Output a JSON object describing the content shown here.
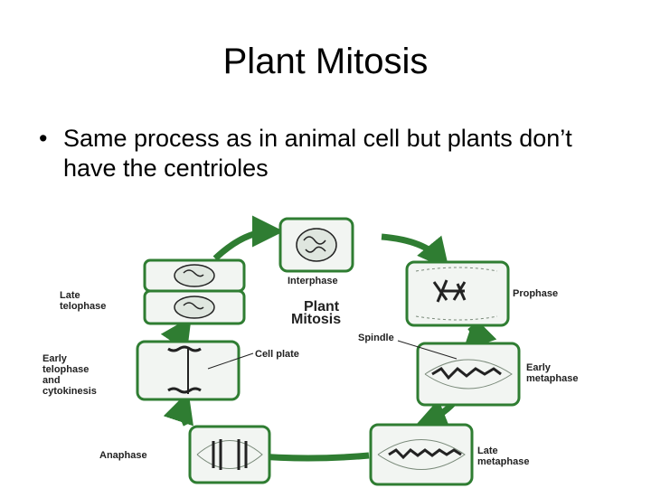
{
  "slide": {
    "title": "Plant Mitosis",
    "bullet": "Same process as in animal cell but plants don’t have the centrioles"
  },
  "diagram": {
    "center_label_line1": "Plant",
    "center_label_line2": "Mitosis",
    "labels": {
      "interphase": "Interphase",
      "prophase": "Prophase",
      "spindle": "Spindle",
      "early_metaphase_1": "Early",
      "early_metaphase_2": "metaphase",
      "late_metaphase_1": "Late",
      "late_metaphase_2": "metaphase",
      "anaphase": "Anaphase",
      "early_telophase_1": "Early",
      "early_telophase_2": "telophase",
      "early_telophase_3": "and",
      "early_telophase_4": "cytokinesis",
      "cell_plate": "Cell plate",
      "late_telophase_1": "Late",
      "late_telophase_2": "telophase"
    },
    "colors": {
      "arrow": "#2f7d32",
      "cell_border": "#2f7d32",
      "cell_fill": "#f2f5f2",
      "chromosome": "#222222"
    }
  }
}
